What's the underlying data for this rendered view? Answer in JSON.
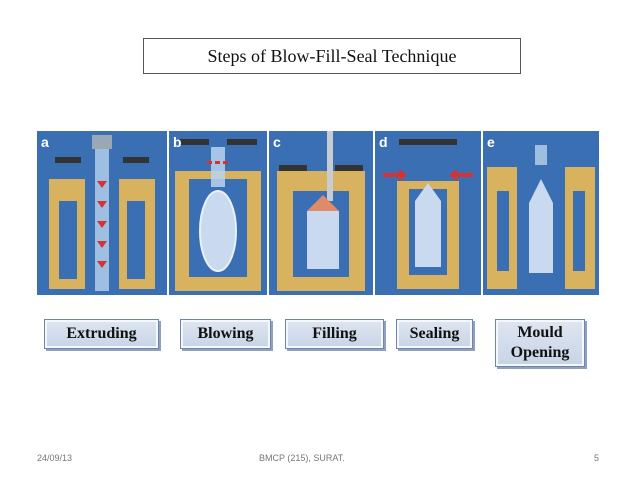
{
  "title": "Steps of Blow-Fill-Seal Technique",
  "panels": [
    {
      "letter": "a"
    },
    {
      "letter": "b"
    },
    {
      "letter": "c"
    },
    {
      "letter": "d"
    },
    {
      "letter": "e"
    }
  ],
  "labels": {
    "extruding": "Extruding",
    "blowing": "Blowing",
    "filling": "Filling",
    "sealing": "Sealing",
    "mould_line1": "Mould",
    "mould_line2": "Opening"
  },
  "footer": {
    "date": "24/09/13",
    "center": "BMCP (215), SURAT.",
    "page": "5"
  },
  "colors": {
    "panel_bg": "#3b6fb4",
    "mould": "#d8b25e",
    "label_fill": "#d3dcec"
  }
}
